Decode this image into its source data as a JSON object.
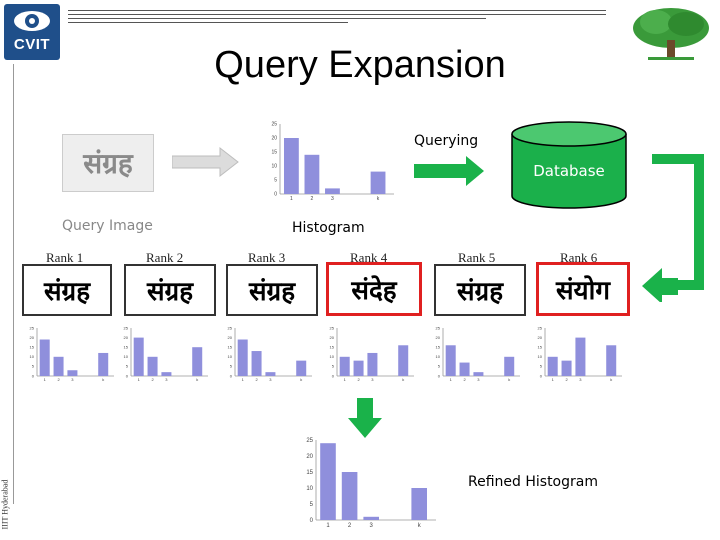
{
  "slide": {
    "title": "Query Expansion",
    "logo_text": "CVIT",
    "side_text": "IIIT Hyderabad"
  },
  "labels": {
    "querying": "Querying",
    "database": "Database",
    "query_image": "Query Image",
    "histogram": "Histogram",
    "refined_histogram": "Refined Histogram"
  },
  "query_word": "संग्रह",
  "ranks": [
    {
      "label": "Rank 1",
      "word": "संग्रह",
      "selected": false
    },
    {
      "label": "Rank 2",
      "word": "संग्रह",
      "selected": false
    },
    {
      "label": "Rank 3",
      "word": "संग्रह",
      "selected": false
    },
    {
      "label": "Rank 4",
      "word": "संदेह",
      "selected": true
    },
    {
      "label": "Rank 5",
      "word": "संग्रह",
      "selected": false
    },
    {
      "label": "Rank 6",
      "word": "संयोग",
      "selected": true
    }
  ],
  "chart_data": [
    {
      "type": "bar",
      "name": "query histogram",
      "categories": [
        "1",
        "2",
        "3",
        "k"
      ],
      "values": [
        20,
        14,
        2,
        8
      ],
      "yticks": [
        0,
        5,
        10,
        15,
        20,
        25
      ],
      "ylim": [
        0,
        25
      ]
    },
    {
      "type": "bar",
      "name": "rank 1 histogram",
      "categories": [
        "1",
        "2",
        "3",
        "k"
      ],
      "values": [
        19,
        10,
        3,
        12
      ],
      "yticks": [
        0,
        5,
        10,
        15,
        20,
        25
      ],
      "ylim": [
        0,
        25
      ]
    },
    {
      "type": "bar",
      "name": "rank 2 histogram",
      "categories": [
        "1",
        "2",
        "3",
        "k"
      ],
      "values": [
        20,
        10,
        2,
        15
      ],
      "yticks": [
        0,
        5,
        10,
        15,
        20,
        25
      ],
      "ylim": [
        0,
        25
      ]
    },
    {
      "type": "bar",
      "name": "rank 3 histogram",
      "categories": [
        "1",
        "2",
        "3",
        "k"
      ],
      "values": [
        19,
        13,
        2,
        8
      ],
      "yticks": [
        0,
        5,
        10,
        15,
        20,
        25
      ],
      "ylim": [
        0,
        25
      ]
    },
    {
      "type": "bar",
      "name": "rank 4 histogram",
      "categories": [
        "1",
        "2",
        "3",
        "k"
      ],
      "values": [
        10,
        8,
        12,
        16
      ],
      "yticks": [
        0,
        5,
        10,
        15,
        20,
        25
      ],
      "ylim": [
        0,
        25
      ]
    },
    {
      "type": "bar",
      "name": "rank 5 histogram",
      "categories": [
        "1",
        "2",
        "3",
        "k"
      ],
      "values": [
        16,
        7,
        2,
        10
      ],
      "yticks": [
        0,
        5,
        10,
        15,
        20,
        25
      ],
      "ylim": [
        0,
        25
      ]
    },
    {
      "type": "bar",
      "name": "rank 6 histogram",
      "categories": [
        "1",
        "2",
        "3",
        "k"
      ],
      "values": [
        10,
        8,
        20,
        16
      ],
      "yticks": [
        0,
        5,
        10,
        15,
        20,
        25
      ],
      "ylim": [
        0,
        25
      ]
    },
    {
      "type": "bar",
      "name": "refined histogram",
      "categories": [
        "1",
        "2",
        "3",
        "k"
      ],
      "values": [
        24,
        15,
        1,
        10
      ],
      "yticks": [
        0,
        5,
        10,
        15,
        20,
        25
      ],
      "ylim": [
        0,
        25
      ]
    }
  ],
  "colors": {
    "bar": "#8f8fdc",
    "arrow_green": "#1ab24a",
    "database_fill": "#1bb04b",
    "highlight_red": "#e02020",
    "logo_blue": "#1f4f8a",
    "tree_green": "#3a9a3a"
  }
}
